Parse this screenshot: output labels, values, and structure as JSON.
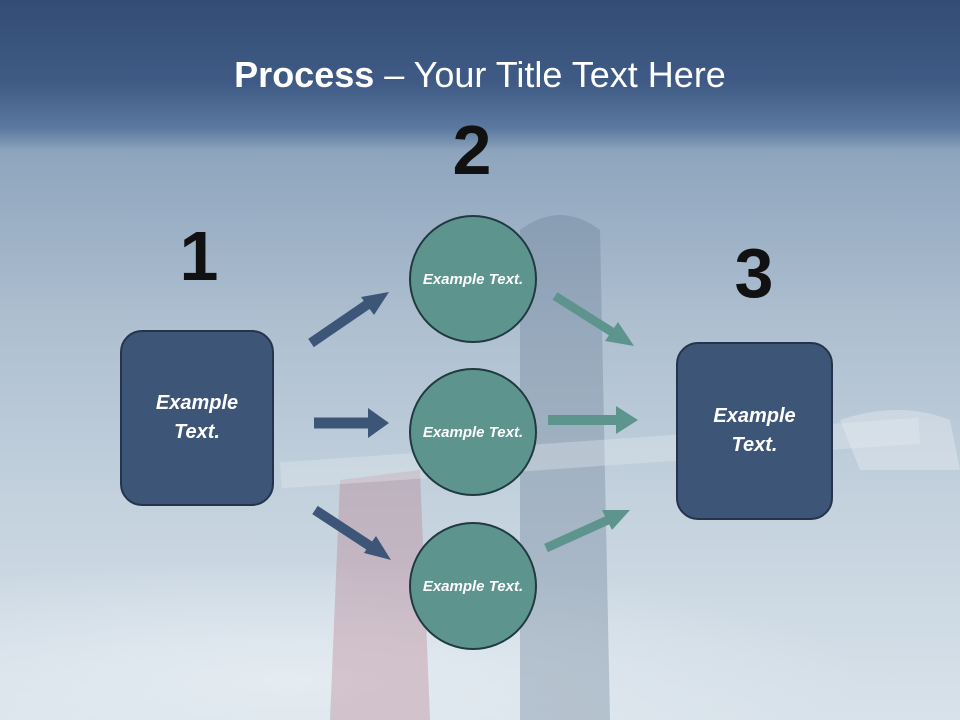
{
  "title": {
    "bold": "Process",
    "rest": " – Your Title Text Here"
  },
  "steps": [
    {
      "number": "1",
      "text": "Example Text."
    },
    {
      "number": "2",
      "items": [
        "Example Text.",
        "Example Text.",
        "Example Text."
      ]
    },
    {
      "number": "3",
      "text": "Example Text."
    }
  ],
  "colors": {
    "title_band": "#3f5b85",
    "box_fill": "#3d5577",
    "circle_fill": "#5e948e",
    "arrow_left": "#3d5577",
    "arrow_right": "#5e948e"
  }
}
